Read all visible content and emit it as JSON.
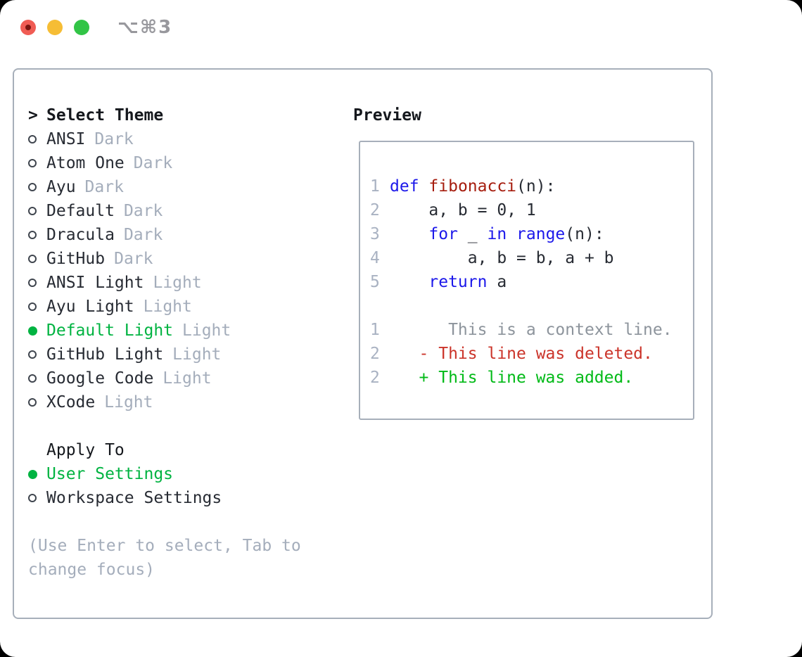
{
  "titlebar": {
    "shortcut_label": "⌥⌘3"
  },
  "theme_panel": {
    "prompt": ">",
    "title": "Select Theme",
    "items": [
      {
        "label": "ANSI",
        "tag": "Dark",
        "selected": false
      },
      {
        "label": "Atom One",
        "tag": "Dark",
        "selected": false
      },
      {
        "label": "Ayu",
        "tag": "Dark",
        "selected": false
      },
      {
        "label": "Default",
        "tag": "Dark",
        "selected": false
      },
      {
        "label": "Dracula",
        "tag": "Dark",
        "selected": false
      },
      {
        "label": "GitHub",
        "tag": "Dark",
        "selected": false
      },
      {
        "label": "ANSI Light",
        "tag": "Light",
        "selected": false
      },
      {
        "label": "Ayu Light",
        "tag": "Light",
        "selected": false
      },
      {
        "label": "Default Light",
        "tag": "Light",
        "selected": true
      },
      {
        "label": "GitHub Light",
        "tag": "Light",
        "selected": false
      },
      {
        "label": "Google Code",
        "tag": "Light",
        "selected": false
      },
      {
        "label": "XCode",
        "tag": "Light",
        "selected": false
      }
    ]
  },
  "apply_panel": {
    "title": "Apply To",
    "options": [
      {
        "label": "User Settings",
        "selected": true
      },
      {
        "label": "Workspace Settings",
        "selected": false
      }
    ]
  },
  "help_text": "(Use Enter to select, Tab to change focus)",
  "preview_panel": {
    "title": "Preview",
    "lines": [
      {
        "num": "1",
        "segments": [
          {
            "text": "def",
            "style": "keyword"
          },
          {
            "text": " ",
            "style": "plain"
          },
          {
            "text": "fibonacci",
            "style": "function"
          },
          {
            "text": "(n):",
            "style": "plain"
          }
        ]
      },
      {
        "num": "2",
        "segments": [
          {
            "text": "    a, b = 0, 1",
            "style": "plain"
          }
        ]
      },
      {
        "num": "3",
        "segments": [
          {
            "text": "    ",
            "style": "plain"
          },
          {
            "text": "for",
            "style": "keyword"
          },
          {
            "text": " _ ",
            "style": "plain"
          },
          {
            "text": "in",
            "style": "keyword"
          },
          {
            "text": " ",
            "style": "plain"
          },
          {
            "text": "range",
            "style": "keyword"
          },
          {
            "text": "(n):",
            "style": "plain"
          }
        ]
      },
      {
        "num": "4",
        "segments": [
          {
            "text": "        a, b = b, a + b",
            "style": "plain"
          }
        ]
      },
      {
        "num": "5",
        "segments": [
          {
            "text": "    ",
            "style": "plain"
          },
          {
            "text": "return",
            "style": "keyword"
          },
          {
            "text": " a",
            "style": "plain"
          }
        ]
      },
      {
        "num": "",
        "segments": []
      },
      {
        "num": "1",
        "segments": [
          {
            "text": "      This is a context line.",
            "style": "context"
          }
        ]
      },
      {
        "num": "2",
        "segments": [
          {
            "text": "   - This line was deleted.",
            "style": "removed"
          }
        ]
      },
      {
        "num": "2",
        "segments": [
          {
            "text": "   + This line was added.",
            "style": "added"
          }
        ]
      }
    ]
  },
  "colors": {
    "selection_green": "#00b341",
    "added_green": "#01ba17",
    "removed_red": "#cb342a",
    "keyword_blue": "#1c18ea",
    "function_red": "#a61d0e",
    "muted_gray": "#a4adbb",
    "text_dark": "#272b33",
    "panel_border": "#a7afba",
    "traffic_red": "#f05c54",
    "traffic_yellow": "#f6bd35",
    "traffic_green": "#32c446"
  }
}
